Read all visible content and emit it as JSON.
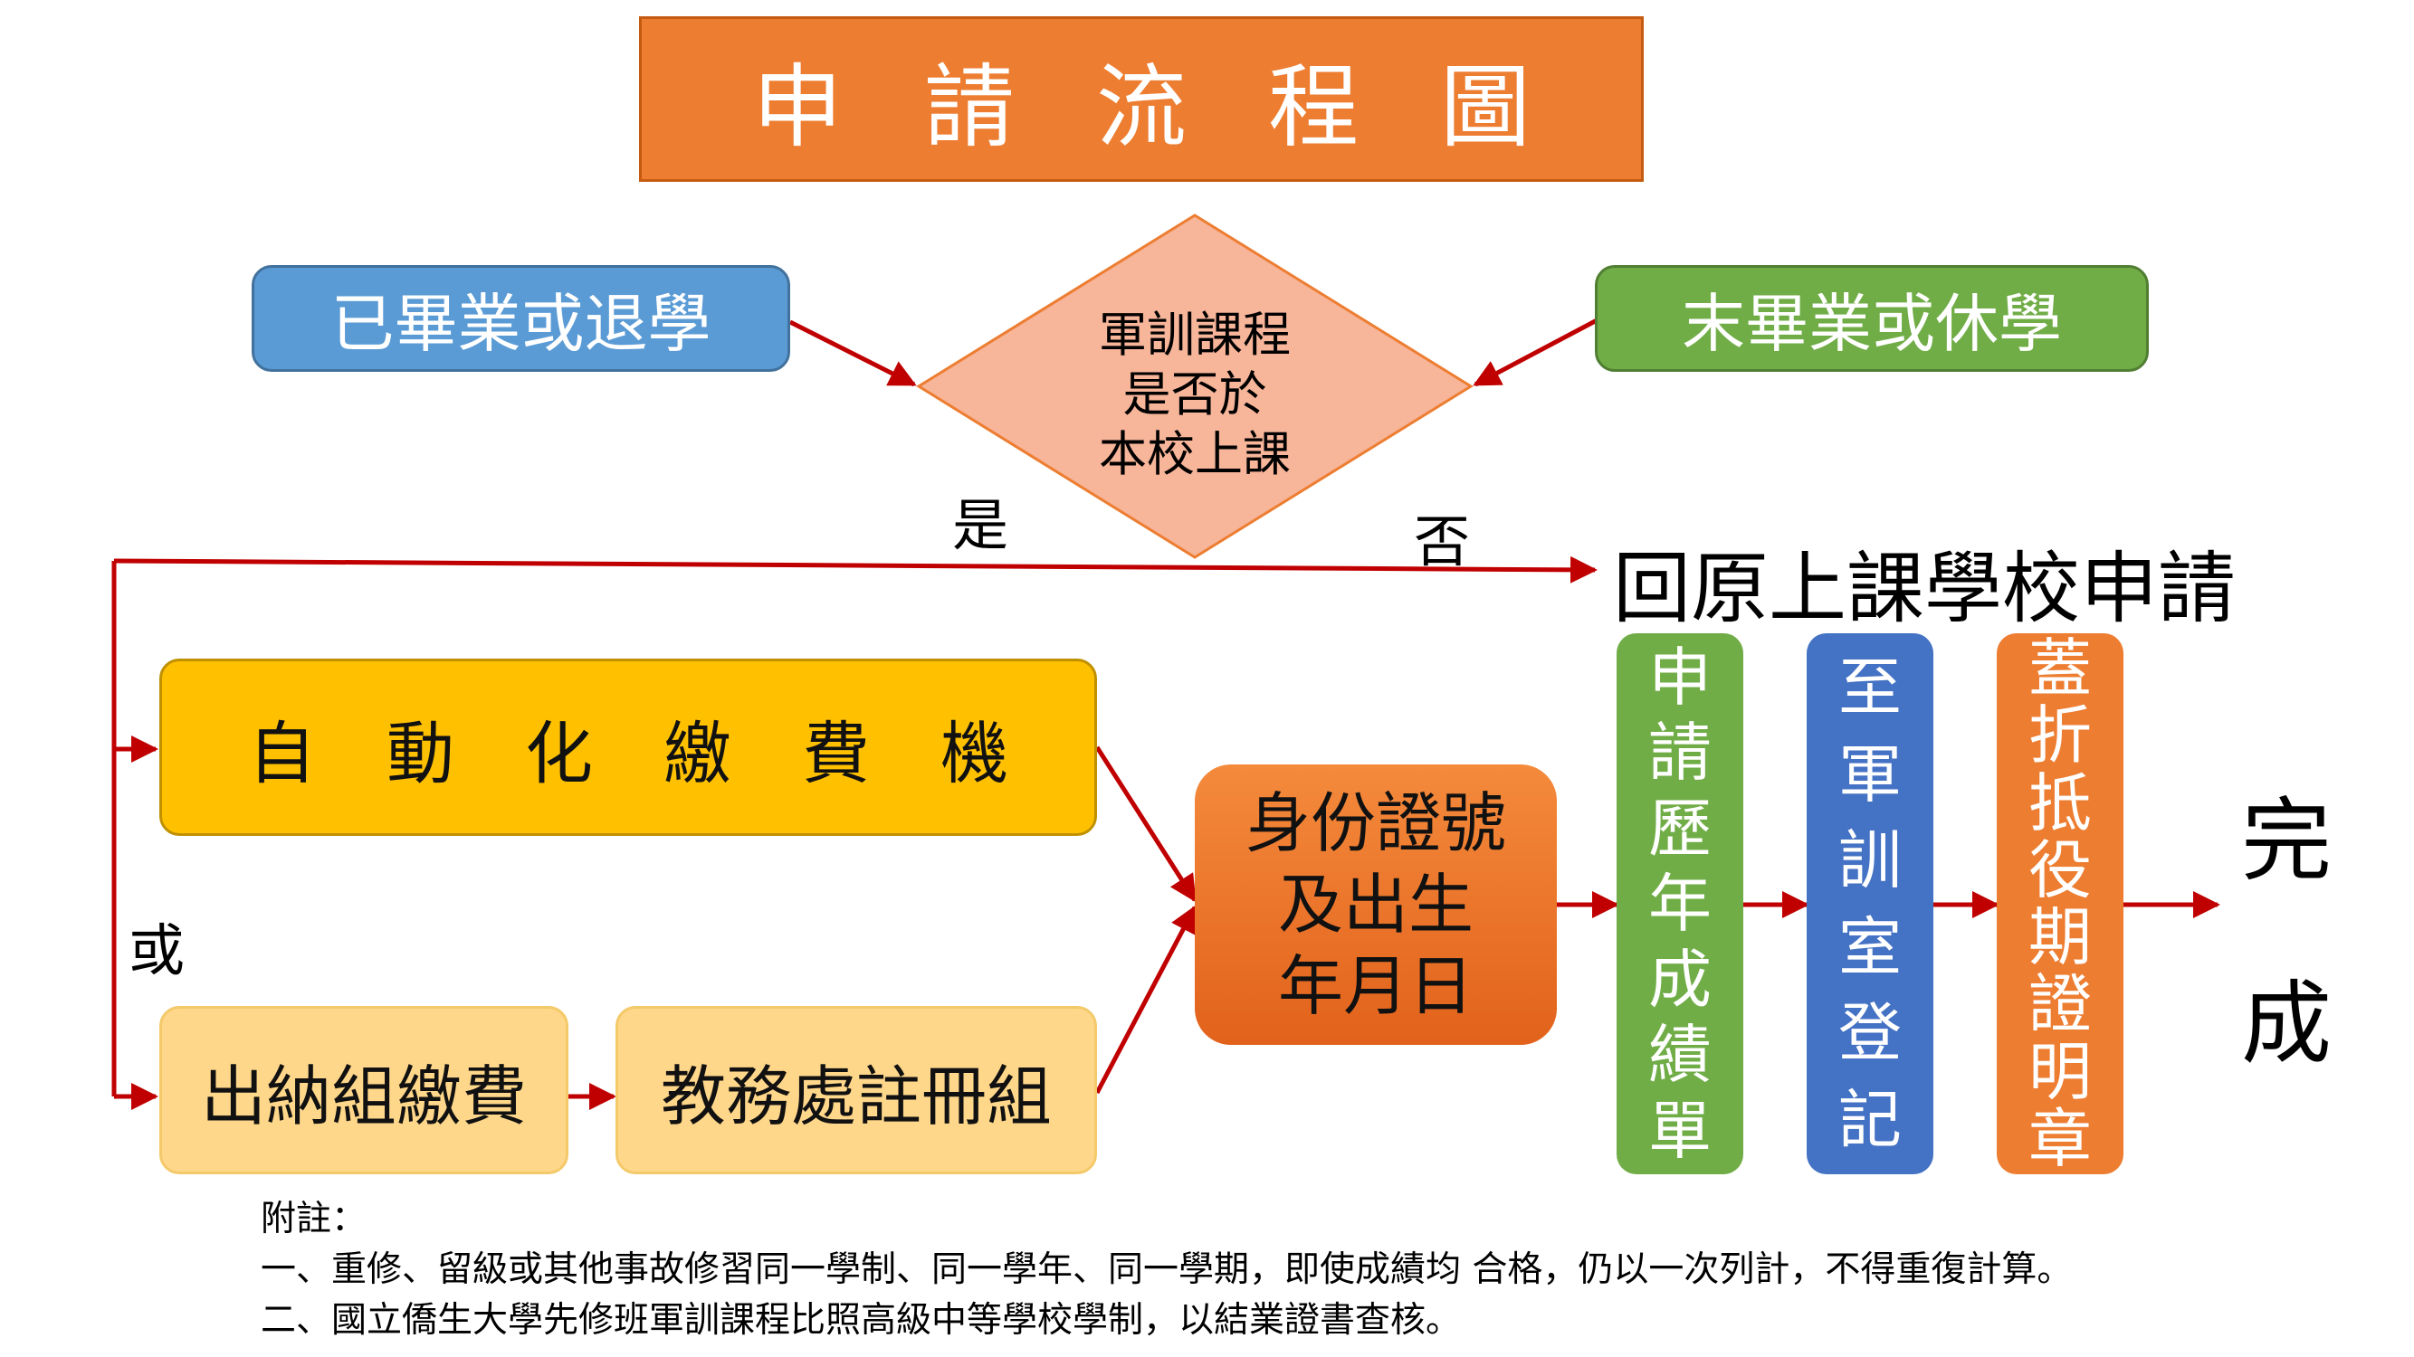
{
  "title": "申請流程圖",
  "graduated": "已畢業或退學",
  "not_graduated": "末畢業或休學",
  "decision": [
    "軍訓課程",
    "是否於",
    "本校上課"
  ],
  "yes_label": "是",
  "no_label": "否",
  "or_label": "或",
  "return_school": "回原上課學校申請",
  "auto_payment": "自動化繳費機",
  "cashier_payment": "出納組繳費",
  "registrar": "教務處註冊組",
  "id_birth": [
    "身份證號",
    "及出生",
    "年月日"
  ],
  "steps": [
    {
      "text": "申請歷年成績單",
      "color": "#70ad47"
    },
    {
      "text": "至軍訓室登記",
      "color": "#4472c4"
    },
    {
      "text": "蓋折抵役期證明章",
      "color": "#ed7d31"
    }
  ],
  "done": [
    "完",
    "成"
  ],
  "notes": {
    "heading": "附註：",
    "line1": "一、重修、留級或其他事故修習同一學制、同一學年、同一學期，即使成績均 合格，仍以一次列計，不得重復計算。",
    "line2": "二、國立僑生大學先修班軍訓課程比照高級中等學校學制，以結業證書查核。"
  },
  "colors": {
    "arrow": "#c00000",
    "title_bg": "#ed7d31",
    "diamond_fill": "#f7b59a"
  }
}
